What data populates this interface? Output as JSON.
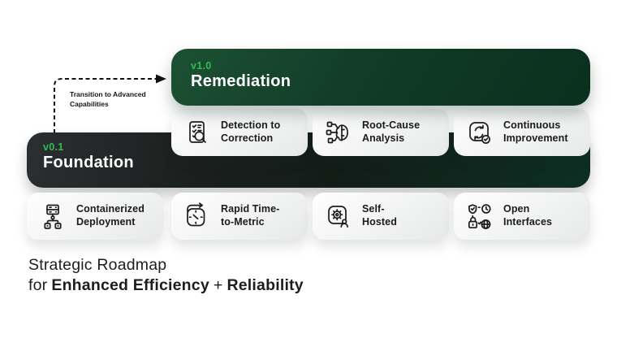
{
  "colors": {
    "accent_green": "#2fbb58",
    "remediation_gradient": [
      "#1d5133",
      "#0a2f1e"
    ],
    "foundation_gradient": [
      "#2b2f31",
      "#0d2f23"
    ],
    "card_background": [
      "#fefefe",
      "#e7e9e8"
    ],
    "card_text": "#1b1b1d",
    "page_background": "#ffffff"
  },
  "transition": {
    "label_line1": "Transition to Advanced",
    "label_line2": "Capabilities"
  },
  "phases": [
    {
      "version": "v1.0",
      "name": "Remediation",
      "cards": [
        {
          "icon": "checklist-magnifier-icon",
          "line1": "Detection to",
          "line2": "Correction"
        },
        {
          "icon": "brain-network-icon",
          "line1": "Root-Cause",
          "line2": "Analysis"
        },
        {
          "icon": "cycle-check-icon",
          "line1": "Continuous",
          "line2": "Improvement"
        }
      ]
    },
    {
      "version": "v0.1",
      "name": "Foundation",
      "cards": [
        {
          "icon": "server-tree-icon",
          "line1": "Containerized",
          "line2": "Deployment"
        },
        {
          "icon": "clock-arrow-icon",
          "line1": "Rapid Time-",
          "line2": "to-Metric"
        },
        {
          "icon": "gear-person-icon",
          "line1": "Self-",
          "line2": "Hosted"
        },
        {
          "icon": "interfaces-grid-icon",
          "line1": "Open",
          "line2": "Interfaces"
        }
      ]
    }
  ],
  "title": {
    "line1": "Strategic Roadmap",
    "line2_prefix": "for",
    "line2_bold1": "Enhanced Efficiency",
    "line2_plus": "+",
    "line2_bold2": "Reliability"
  }
}
